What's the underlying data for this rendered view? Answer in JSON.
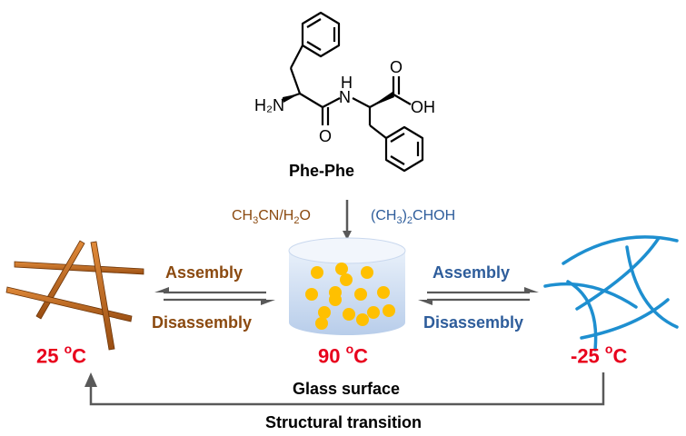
{
  "molecule": {
    "name": "Phe-Phe",
    "amine_label": "H₂N",
    "nh_label": "N",
    "h_label": "H",
    "carbonyl_o_label": "O",
    "acid_o_label": "O",
    "acid_oh_label": "OH"
  },
  "solvents": {
    "left": [
      "CH",
      "3",
      "CN/H",
      "2",
      "O"
    ],
    "right": [
      "(CH",
      "3",
      ")",
      "2",
      "CHOH"
    ]
  },
  "processes": {
    "left_assembly": "Assembly",
    "left_disassembly": "Disassembly",
    "right_assembly": "Assembly",
    "right_disassembly": "Disassembly"
  },
  "temperatures": {
    "left": {
      "value": "25",
      "deg": "o",
      "unit": "C"
    },
    "center": {
      "value": "90",
      "deg": "o",
      "unit": "C"
    },
    "right": {
      "value": "-25",
      "deg": "o",
      "unit": "C"
    }
  },
  "surface_label": "Glass surface",
  "transition_label": "Structural transition",
  "colors": {
    "left_accent": "#8B4A10",
    "right_accent": "#2E5D9B",
    "temperature": "#E8001C",
    "rod": "#C86A1E",
    "fiber": "#1E8FD0",
    "particle": "#FFC000",
    "arrow": "#595959"
  }
}
